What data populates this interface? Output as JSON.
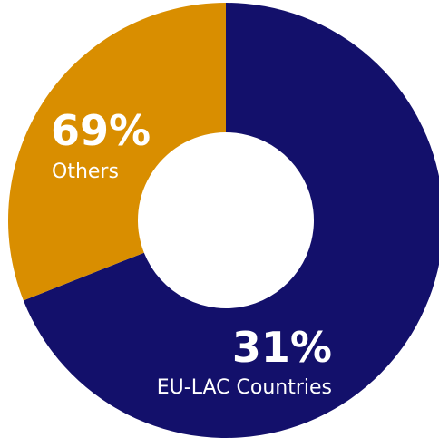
{
  "chart_data": {
    "type": "pie",
    "categories": [
      "EU-LAC Countries",
      "Others"
    ],
    "values": [
      69,
      31
    ],
    "value_labels": [
      "31%",
      "69%"
    ],
    "colors": [
      "#13106b",
      "#d98e00"
    ],
    "title": "",
    "xlabel": "",
    "ylabel": ""
  }
}
